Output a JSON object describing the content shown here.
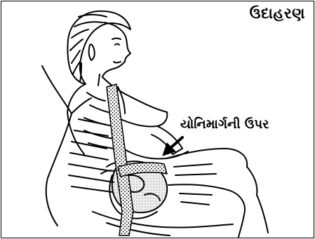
{
  "page": {
    "title": "ઉદાહરણ"
  },
  "illustration": {
    "subject": "seated-pregnant-woman-seatbelt",
    "callout_label": "યોનિમાર્ગની ઉપર",
    "callout_icon": "arrow-icon",
    "colors": {
      "ink": "#000000",
      "paper": "#ffffff",
      "stipple": "#555555"
    }
  }
}
